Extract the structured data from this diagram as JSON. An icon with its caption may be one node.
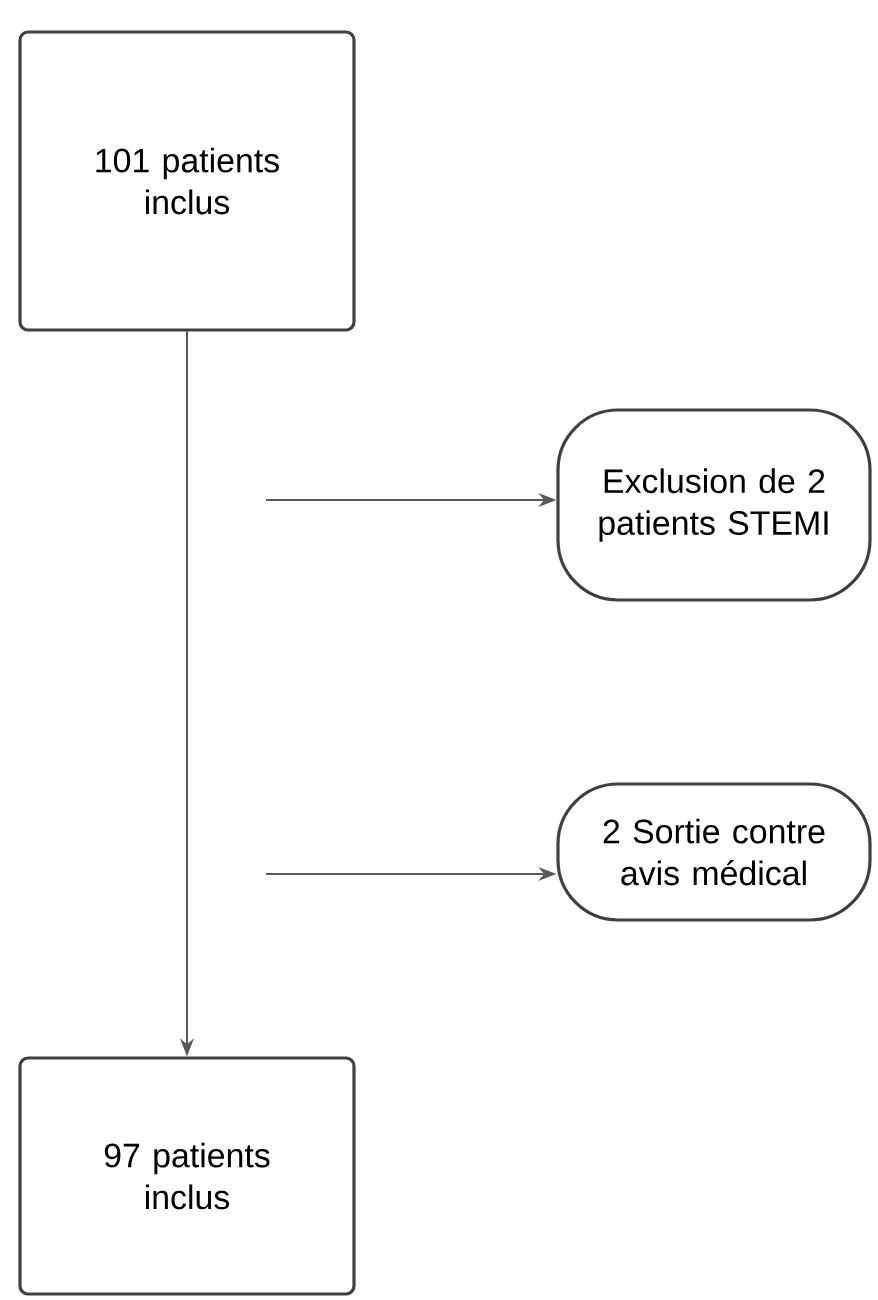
{
  "diagram": {
    "nodes": [
      {
        "text": [
          "101 patients inclus"
        ]
      },
      {
        "text": [
          "Exclusion de 2 patients STEMI"
        ]
      },
      {
        "text": [
          "2 Sortie contre avis médical"
        ]
      },
      {
        "text": [
          "97 patients inclus"
        ]
      }
    ],
    "edges": [
      {
        "from": 0,
        "to": 3,
        "arrow": "to"
      },
      {
        "from": null,
        "to": 1,
        "arrow": "to"
      },
      {
        "from": null,
        "to": 2,
        "arrow": "to"
      }
    ]
  }
}
